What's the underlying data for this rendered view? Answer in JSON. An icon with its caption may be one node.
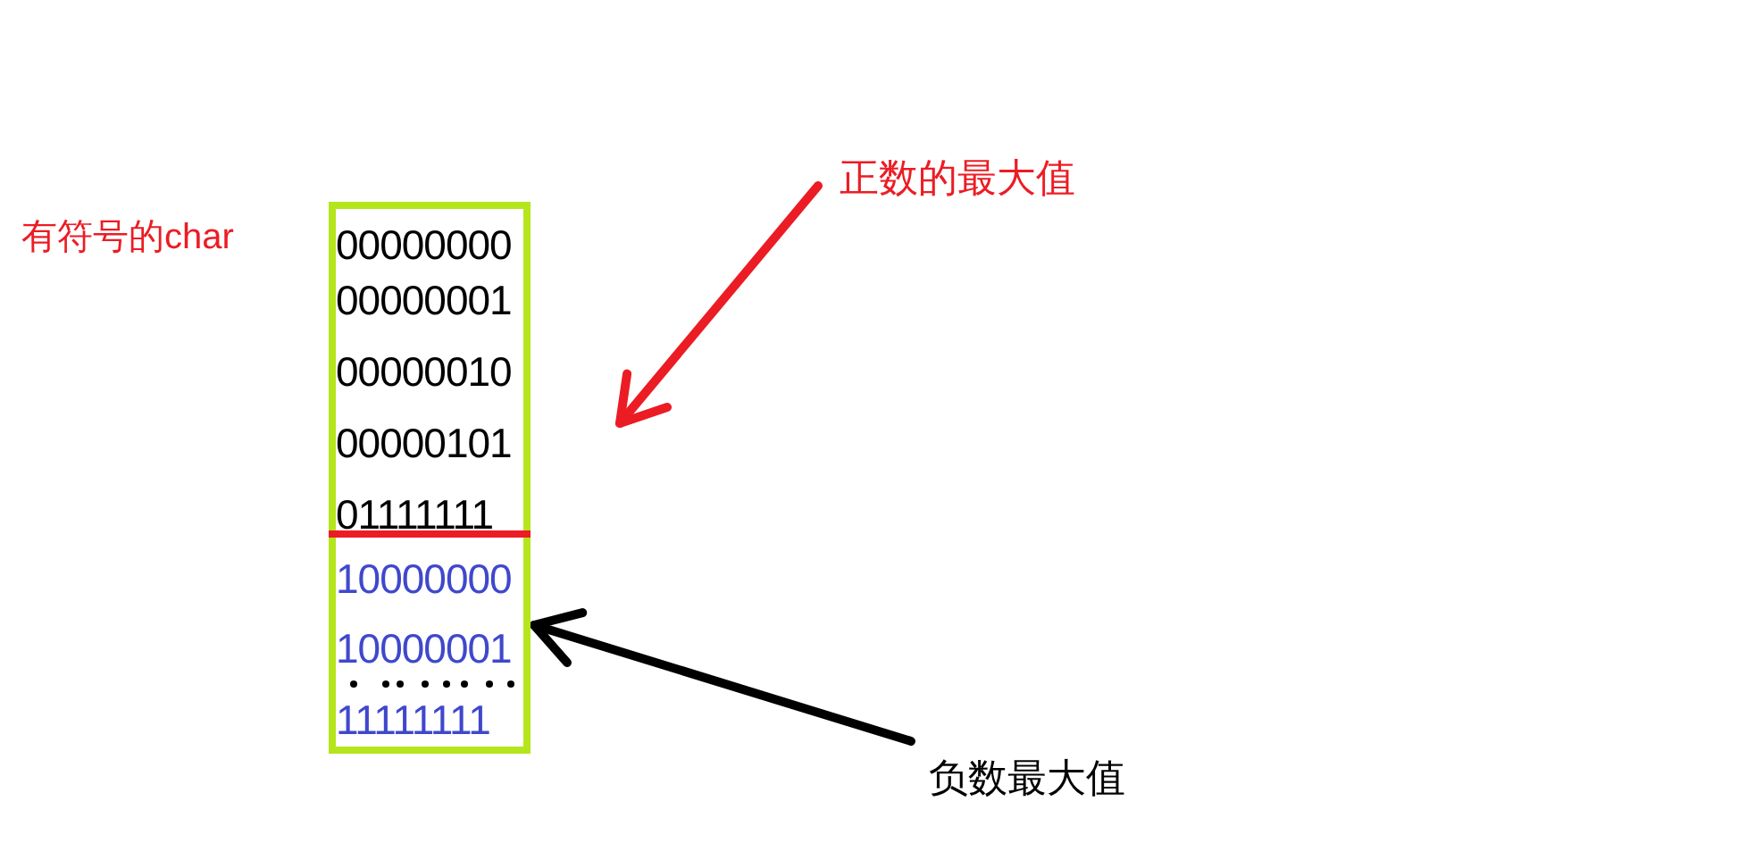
{
  "diagram": {
    "nodes": [
      {
        "text": [
          "00000000",
          "00000001",
          "00000010",
          "00000101",
          "01111111",
          "10000000",
          "10000001",
          "11111111"
        ]
      },
      {
        "text": [
          "正数的最大值"
        ]
      },
      {
        "text": [
          "负数最大值"
        ]
      }
    ],
    "edges": [
      {
        "from": 1,
        "to": null,
        "arrow": "to",
        "color": "#ec1c24"
      },
      {
        "from": 2,
        "to": 0,
        "arrow": "to",
        "color": "#000000"
      }
    ],
    "labels": [
      "有符号的char"
    ]
  }
}
